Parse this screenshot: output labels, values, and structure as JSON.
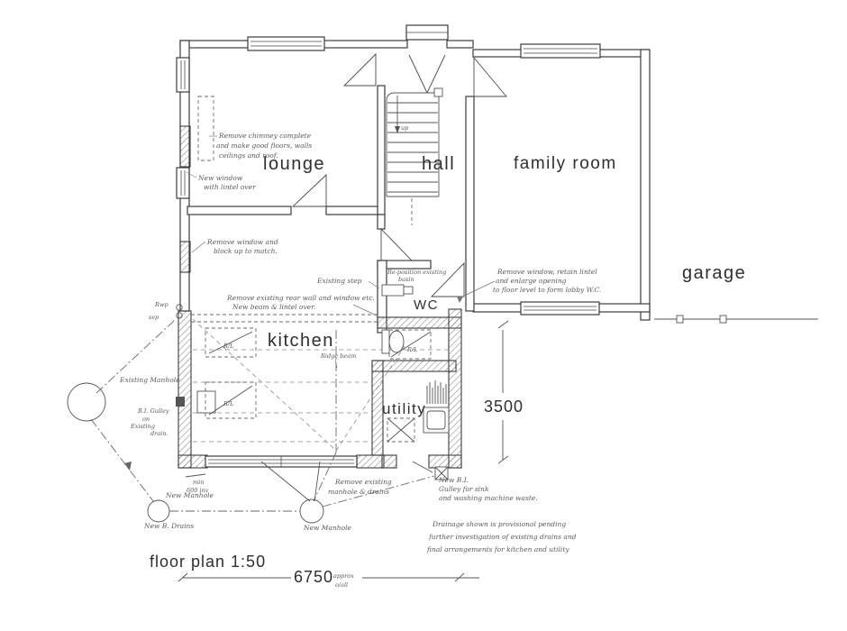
{
  "title": "floor plan 1:50",
  "rooms": {
    "lounge": "lounge",
    "hall": "hall",
    "family_room": "family room",
    "garage": "garage",
    "kitchen": "kitchen",
    "wc": "WC",
    "utility": "utility"
  },
  "stairs": {
    "up": "up"
  },
  "dims": {
    "depth": "3500",
    "overall": "6750",
    "approx": "approx",
    "oall": "o/all",
    "min_1": "min",
    "min_2": "600 inv"
  },
  "ann": {
    "chimney": [
      "Remove chimney complete",
      "and make good floors, walls",
      "ceilings and roof."
    ],
    "new_window": [
      "New window",
      "with lintel over"
    ],
    "remove_window": [
      "Remove window and",
      "block up to match."
    ],
    "rwp": "Rwp",
    "svp": "svp",
    "rear_wall": [
      "Remove existing rear wall and window etc.",
      "New beam & lintel over."
    ],
    "existing_step": "Existing step",
    "basin": [
      "Re-position existing",
      "basin"
    ],
    "family_window": [
      "Remove window, retain lintel",
      "and enlarge opening",
      "to floor level to form lobby W.C."
    ],
    "ridge_beam": "Ridge beam",
    "rooflight": "R/L",
    "existing_manhole": "Existing Manhole",
    "bi_gulley": [
      "B.I. Gulley",
      "on",
      "Existing",
      "drain."
    ],
    "new_manhole_left": "New Manhole",
    "new_b_drains": "New B. Drains",
    "remove_manhole": [
      "Remove existing",
      "manhole & drains"
    ],
    "new_manhole_right": "New Manhole",
    "new_gulley": [
      "New B.I.",
      "Gulley for sink",
      "and washing machine waste."
    ],
    "drainage": [
      "Drainage shown is provisional pending",
      "further investigation of existing drains and",
      "final arrangements for kitchen and utility"
    ]
  }
}
